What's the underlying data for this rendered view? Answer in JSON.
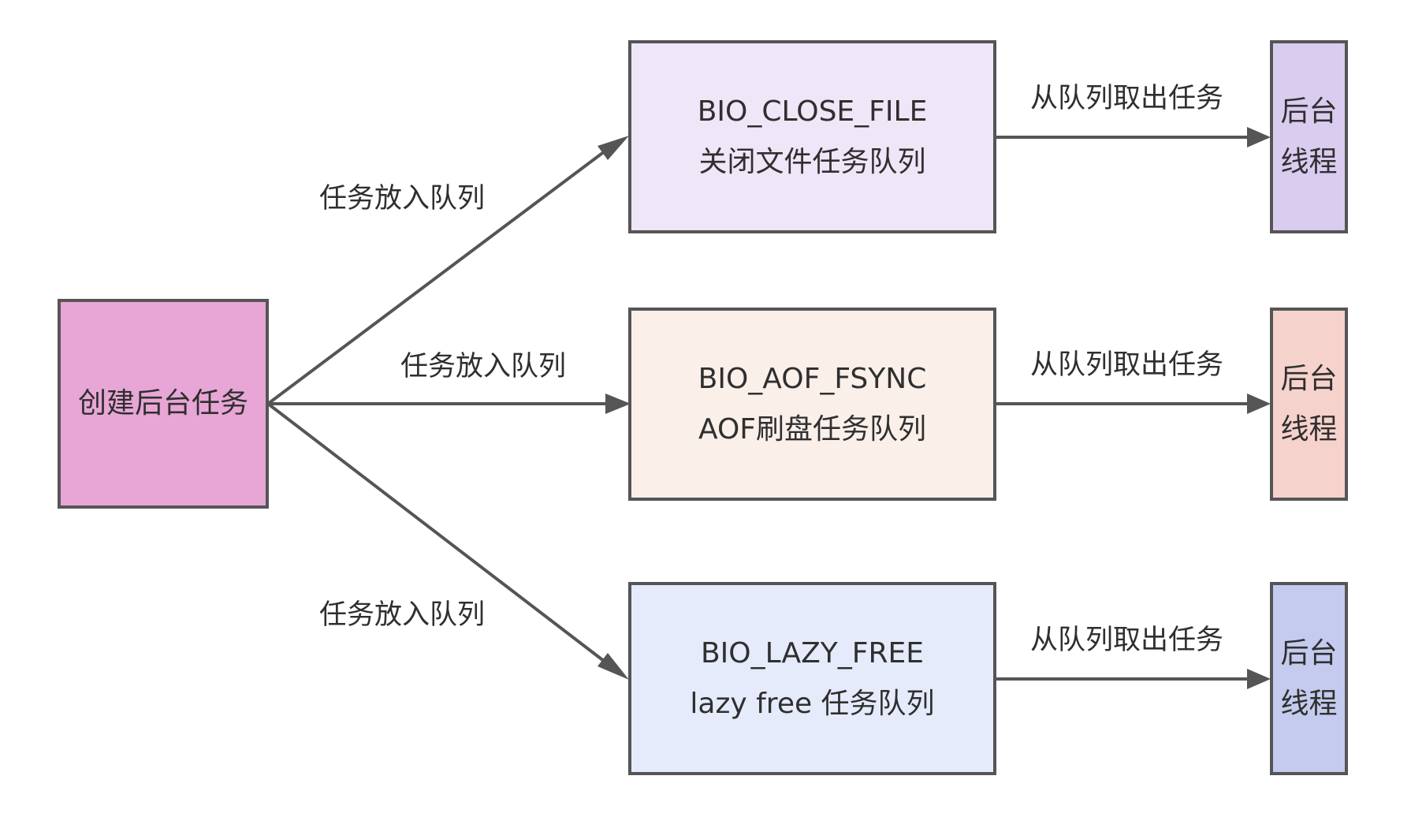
{
  "source": {
    "label": "创建后台任务",
    "fill": "#e8a6d6"
  },
  "queues": [
    {
      "name": "BIO_CLOSE_FILE",
      "desc": "关闭文件任务队列",
      "fill": "#efe6f8",
      "in_label": "任务放入队列",
      "out_label": "从队列取出任务",
      "thread": {
        "line1": "后台",
        "line2": "线程",
        "fill": "#d9ccef"
      }
    },
    {
      "name": "BIO_AOF_FSYNC",
      "desc": "AOF刷盘任务队列",
      "fill": "#fbefea",
      "in_label": "任务放入队列",
      "out_label": "从队列取出任务",
      "thread": {
        "line1": "后台",
        "line2": "线程",
        "fill": "#f6d2cc"
      }
    },
    {
      "name": "BIO_LAZY_FREE",
      "desc": "lazy free 任务队列",
      "fill": "#e6ebfb",
      "in_label": "任务放入队列",
      "out_label": "从队列取出任务",
      "thread": {
        "line1": "后台",
        "line2": "线程",
        "fill": "#c4cbee"
      }
    }
  ],
  "colors": {
    "stroke": "#555555",
    "text": "#2f2f2f"
  }
}
